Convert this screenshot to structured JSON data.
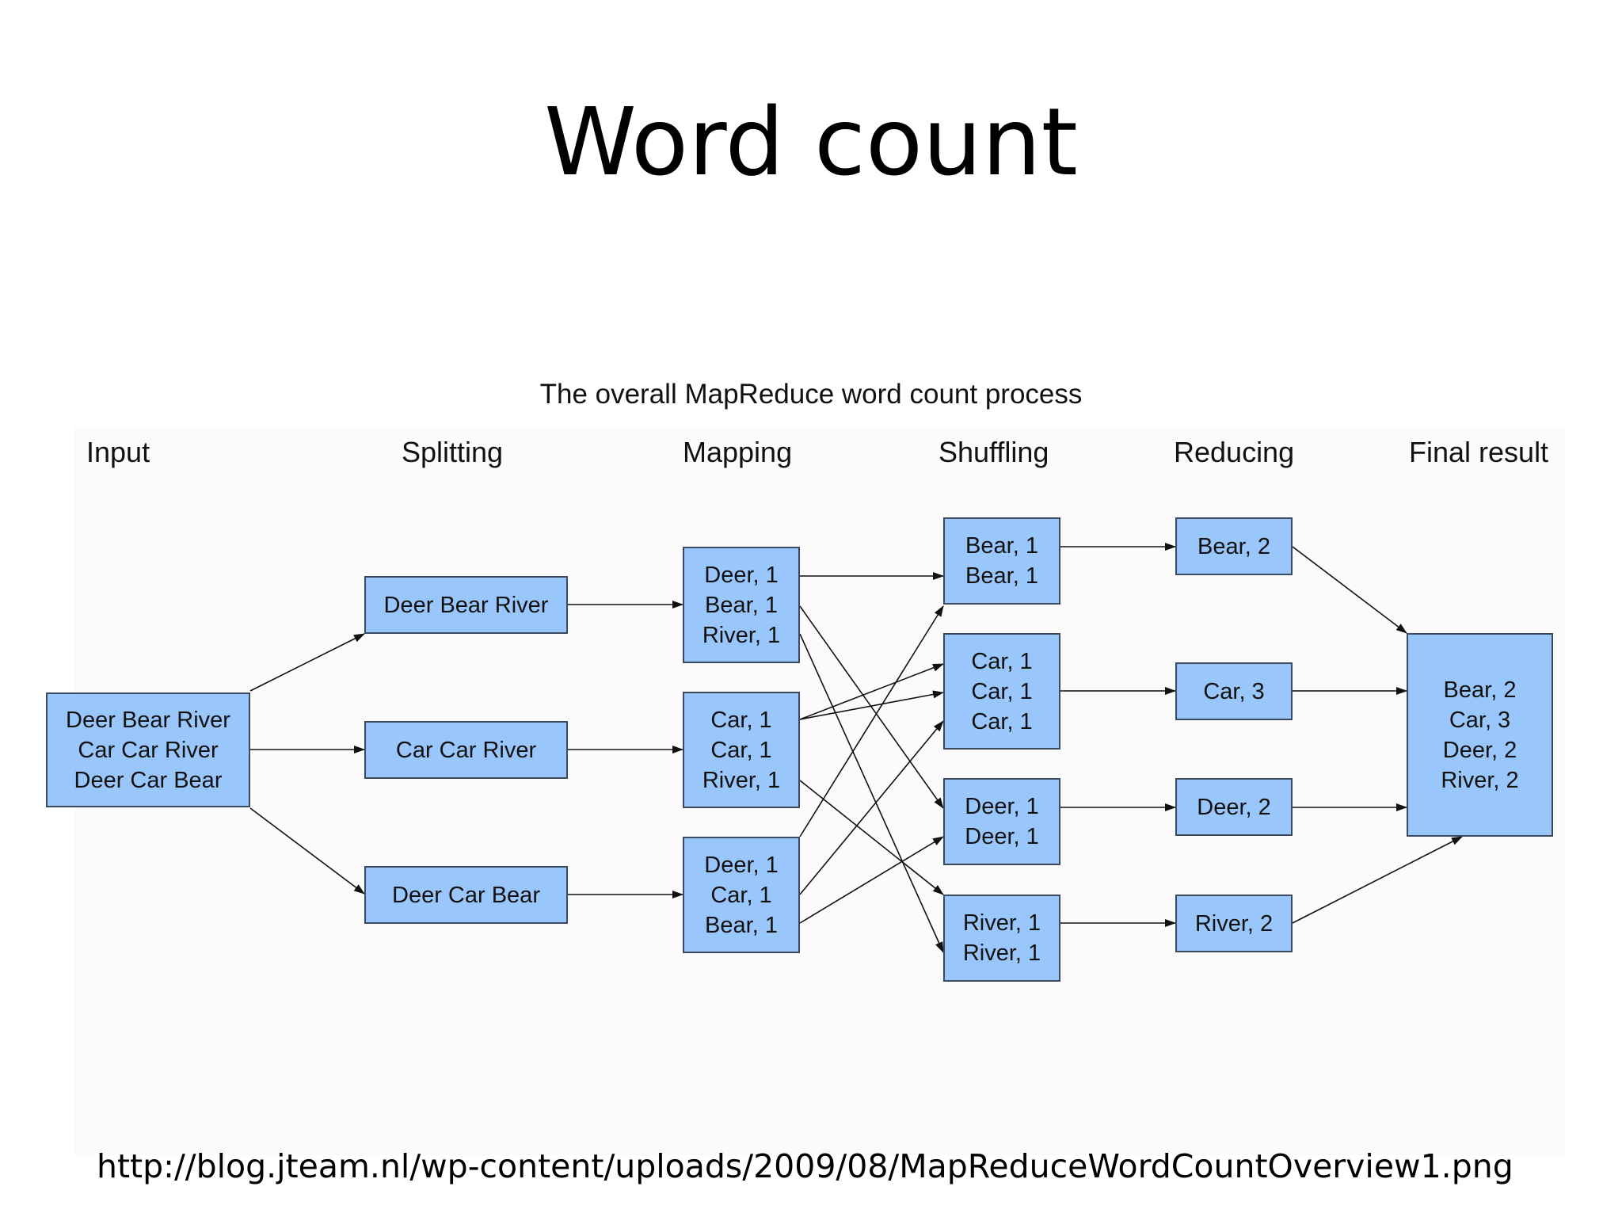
{
  "slide": {
    "title": "Word count",
    "footer_url": "http://blog.jteam.nl/wp-content/uploads/2009/08/MapReduceWordCountOverview1.png"
  },
  "diagram": {
    "caption": "The overall MapReduce word count process",
    "stages": {
      "input": "Input",
      "splitting": "Splitting",
      "mapping": "Mapping",
      "shuffling": "Shuffling",
      "reducing": "Reducing",
      "final": "Final result"
    },
    "boxes": {
      "input": [
        "Deer Bear River",
        "Car Car River",
        "Deer Car Bear"
      ],
      "split1": [
        "Deer Bear River"
      ],
      "split2": [
        "Car Car River"
      ],
      "split3": [
        "Deer Car Bear"
      ],
      "map1": [
        "Deer, 1",
        "Bear, 1",
        "River, 1"
      ],
      "map2": [
        "Car, 1",
        "Car, 1",
        "River, 1"
      ],
      "map3": [
        "Deer, 1",
        "Car, 1",
        "Bear, 1"
      ],
      "shuf_bear": [
        "Bear, 1",
        "Bear, 1"
      ],
      "shuf_car": [
        "Car, 1",
        "Car, 1",
        "Car, 1"
      ],
      "shuf_deer": [
        "Deer, 1",
        "Deer, 1"
      ],
      "shuf_river": [
        "River, 1",
        "River, 1"
      ],
      "red_bear": [
        "Bear, 2"
      ],
      "red_car": [
        "Car, 3"
      ],
      "red_deer": [
        "Deer, 2"
      ],
      "red_river": [
        "River, 2"
      ],
      "final": [
        "Bear, 2",
        "Car, 3",
        "Deer, 2",
        "River, 2"
      ]
    },
    "edges": [
      [
        "input",
        "split1"
      ],
      [
        "input",
        "split2"
      ],
      [
        "input",
        "split3"
      ],
      [
        "split1",
        "map1"
      ],
      [
        "split2",
        "map2"
      ],
      [
        "split3",
        "map3"
      ],
      [
        "map1",
        "shuf_bear"
      ],
      [
        "map1",
        "shuf_deer"
      ],
      [
        "map1",
        "shuf_river"
      ],
      [
        "map2",
        "shuf_car"
      ],
      [
        "map2",
        "shuf_car"
      ],
      [
        "map2",
        "shuf_river"
      ],
      [
        "map3",
        "shuf_bear"
      ],
      [
        "map3",
        "shuf_car"
      ],
      [
        "map3",
        "shuf_deer"
      ],
      [
        "shuf_bear",
        "red_bear"
      ],
      [
        "shuf_car",
        "red_car"
      ],
      [
        "shuf_deer",
        "red_deer"
      ],
      [
        "shuf_river",
        "red_river"
      ],
      [
        "red_bear",
        "final"
      ],
      [
        "red_car",
        "final"
      ],
      [
        "red_deer",
        "final"
      ],
      [
        "red_river",
        "final"
      ]
    ]
  }
}
